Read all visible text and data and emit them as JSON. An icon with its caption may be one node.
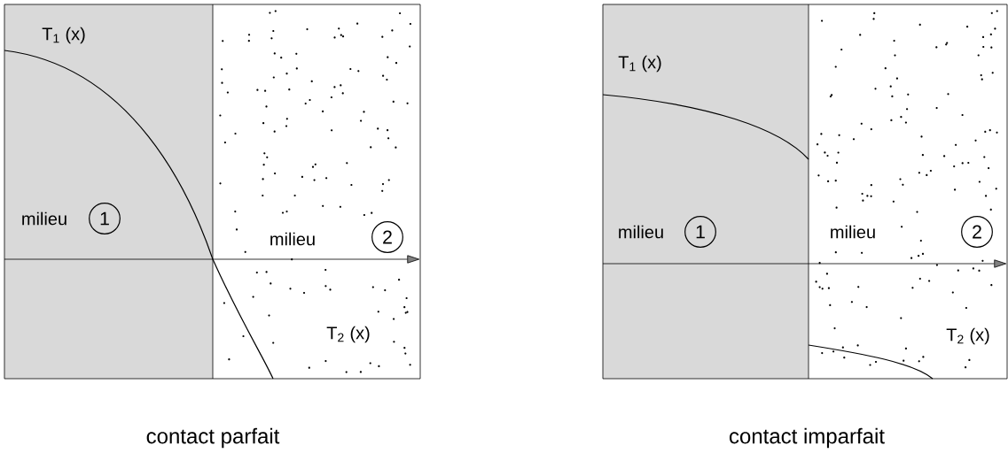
{
  "diagram": {
    "nodes": [
      {
        "text": [
          "1"
        ]
      },
      {
        "text": [
          "2"
        ]
      },
      {
        "text": [
          "1"
        ]
      },
      {
        "text": [
          "2"
        ]
      }
    ],
    "labels": [
      "T$_{1}$ (x)",
      "milieu",
      "milieu",
      "T$_{2}$ (x)",
      "contact parfait",
      "T$_{1}$ (x)",
      "milieu",
      "milieu",
      "T$_{2}$ (x)",
      "contact imparfait"
    ]
  }
}
